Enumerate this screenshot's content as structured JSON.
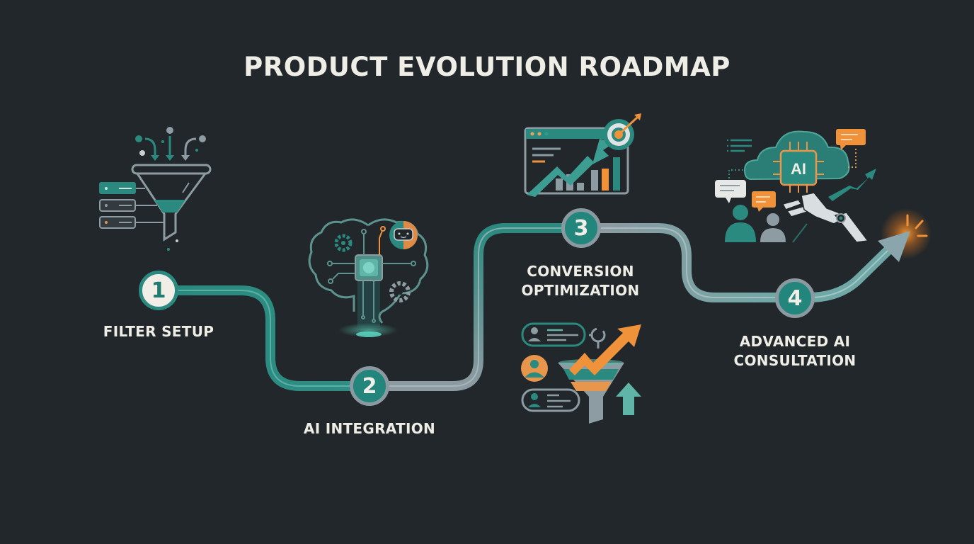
{
  "title": "PRODUCT EVOLUTION ROADMAP",
  "colors": {
    "background": "#22272b",
    "teal": "#2b8a80",
    "teal_light": "#5fb5a8",
    "gray_path": "#8d9ba2",
    "orange": "#f0923a",
    "text": "#eeede6"
  },
  "steps": [
    {
      "number": "1",
      "label": "FILTER SETUP",
      "icon": "funnel-filter-icon"
    },
    {
      "number": "2",
      "label": "AI INTEGRATION",
      "icon": "ai-brain-chip-icon"
    },
    {
      "number": "3",
      "label_line1": "CONVERSION",
      "label_line2": "OPTIMIZATION",
      "icon": "growth-chart-target-icon",
      "secondary_icon": "conversion-funnel-icon"
    },
    {
      "number": "4",
      "label_line1": "ADVANCED AI",
      "label_line2": "CONSULTATION",
      "icon": "ai-cloud-consultation-icon"
    }
  ],
  "icon_text": {
    "ai_chip": "AI"
  }
}
